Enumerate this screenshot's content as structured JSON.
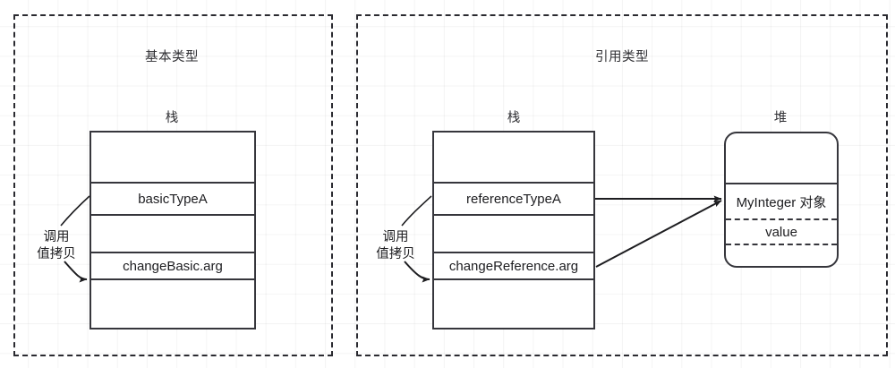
{
  "diagram": {
    "title_basic": "基本类型",
    "title_reference": "引用类型",
    "caption_stack": "栈",
    "caption_heap": "堆",
    "annotation_call": "调用",
    "annotation_copy": "值拷贝",
    "colors": {
      "stroke": "#36363c",
      "panel_border": "#2a2a30",
      "text": "#1d1d20",
      "background": "#ffffff",
      "grid": "rgba(0,0,0,0.045)"
    }
  },
  "basic_panel": {
    "title": "基本类型",
    "stack_caption": "栈",
    "stack_frames": [
      {
        "label": ""
      },
      {
        "label": "basicTypeA"
      },
      {
        "label": ""
      },
      {
        "label": "changeBasic.arg"
      },
      {
        "label": ""
      }
    ],
    "annotation": {
      "line1": "调用",
      "line2": "值拷贝"
    }
  },
  "reference_panel": {
    "title": "引用类型",
    "stack_caption": "栈",
    "heap_caption": "堆",
    "stack_frames": [
      {
        "label": ""
      },
      {
        "label": "referenceTypeA"
      },
      {
        "label": ""
      },
      {
        "label": "changeReference.arg"
      },
      {
        "label": ""
      }
    ],
    "heap_object": {
      "rows": [
        {
          "label": ""
        },
        {
          "label": "MyInteger 对象"
        },
        {
          "label": "value"
        },
        {
          "label": ""
        }
      ]
    },
    "annotation": {
      "line1": "调用",
      "line2": "值拷贝"
    }
  }
}
